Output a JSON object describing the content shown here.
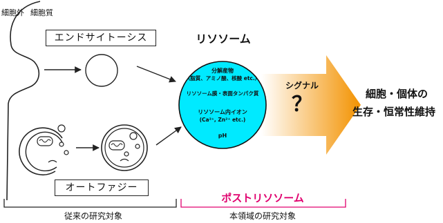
{
  "labels": {
    "outside": "細胞外",
    "cytoplasm": "細胞質",
    "endocytosis": "エンドサイトーシス",
    "autophagy": "オートファジー",
    "lysosome_title": "リソソーム",
    "breakdown_1": "分解産物",
    "breakdown_2": "（脂質、アミノ酸、核酸 etc.）",
    "membrane": "リソソーム膜・表面タンパク質",
    "ions_1": "リソソーム内イオン",
    "ions_2": "(Ca²⁺, Zn²⁺ etc.)",
    "ph": "pH",
    "signal": "シグナル",
    "question": "？",
    "outcome_1": "細胞・個体の",
    "outcome_2": "生存・恒常性維持",
    "post_lysosome": "ポストリソソーム",
    "conventional": "従来の研究対象",
    "this_field": "本領域の研究対象"
  },
  "colors": {
    "lysosome_fill": "#00eaff",
    "arrow_start": "#ffffff",
    "arrow_end": "#f39200",
    "post_lysosome": "#e0006e",
    "line": "#222222"
  }
}
